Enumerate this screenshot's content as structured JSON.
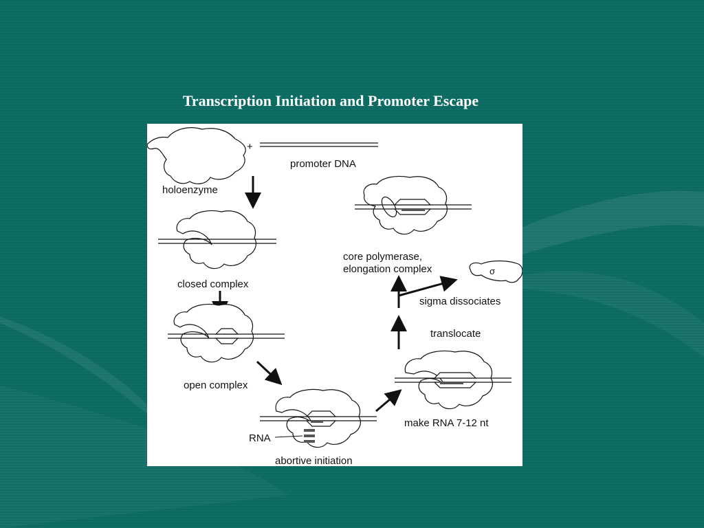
{
  "slide": {
    "title": "Transcription Initiation and Promoter Escape"
  },
  "diagram": {
    "plus_sign": "+",
    "labels": {
      "promoter_dna": "promoter DNA",
      "holoenzyme": "holoenzyme",
      "closed_complex": "closed complex",
      "open_complex": "open complex",
      "rna": "RNA",
      "abortive_initiation": "abortive initiation",
      "make_rna": "make RNA 7-12 nt",
      "translocate": "translocate",
      "sigma_dissociates": "sigma dissociates",
      "core_polymerase_line1": "core polymerase,",
      "core_polymerase_line2": "elongation complex",
      "sigma_symbol": "σ"
    }
  },
  "colors": {
    "background": "#0b6b62",
    "figure_background": "#ffffff",
    "ink": "#111111"
  }
}
